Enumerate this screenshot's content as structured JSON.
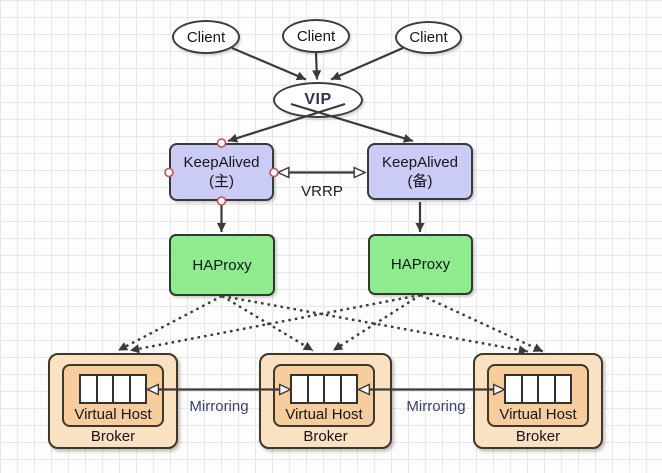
{
  "nodes": {
    "clients": [
      {
        "label": "Client"
      },
      {
        "label": "Client"
      },
      {
        "label": "Client"
      }
    ],
    "vip": {
      "label": "VIP"
    },
    "keepalived_primary": {
      "title": "KeepAlived",
      "subtitle": "(主)"
    },
    "keepalived_backup": {
      "title": "KeepAlived",
      "subtitle": "(备)"
    },
    "haproxy_left": {
      "label": "HAProxy"
    },
    "haproxy_right": {
      "label": "HAProxy"
    },
    "brokers": [
      {
        "host": "Virtual Host",
        "label": "Broker",
        "queue_cells": 4
      },
      {
        "host": "Virtual Host",
        "label": "Broker",
        "queue_cells": 4
      },
      {
        "host": "Virtual Host",
        "label": "Broker",
        "queue_cells": 4
      }
    ]
  },
  "connector_labels": {
    "vrrp": "VRRP",
    "mirroring_left": "Mirroring",
    "mirroring_right": "Mirroring"
  },
  "colors": {
    "keepalived_fill": "#cbccf6",
    "haproxy_fill": "#8eeb8e",
    "broker_outer_fill": "#fae1c1",
    "broker_inner_fill": "#f7cd9d",
    "node_border": "#38383f",
    "arrow": "#3a3a3a",
    "anchor_stroke": "#c4524d",
    "mirroring_text": "#3a4168",
    "grid_line": "#e8e8e8"
  }
}
